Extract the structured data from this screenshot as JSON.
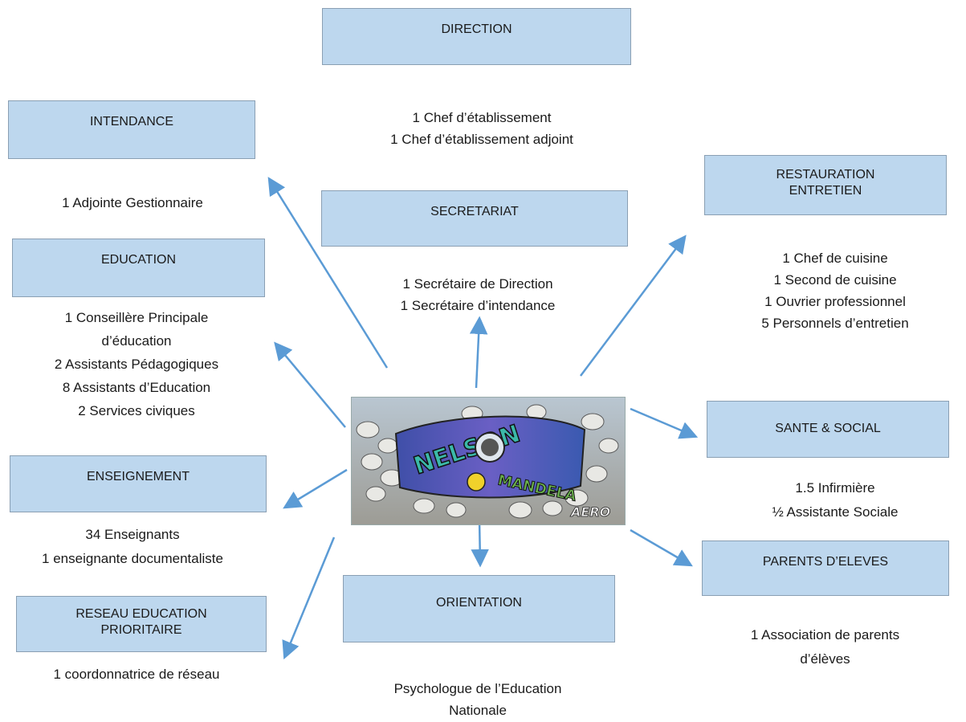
{
  "boxes": {
    "direction": {
      "lines": [
        "DIRECTION"
      ]
    },
    "intendance": {
      "lines": [
        "INTENDANCE"
      ]
    },
    "secretariat": {
      "lines": [
        "SECRETARIAT"
      ]
    },
    "restauration": {
      "lines": [
        "RESTAURATION",
        "ENTRETIEN"
      ]
    },
    "education": {
      "lines": [
        "EDUCATION"
      ]
    },
    "sante": {
      "lines": [
        "SANTE & SOCIAL"
      ]
    },
    "enseignement": {
      "lines": [
        "ENSEIGNEMENT"
      ]
    },
    "parents": {
      "lines": [
        "PARENTS D’ELEVES"
      ]
    },
    "reseau": {
      "lines": [
        "RESEAU EDUCATION",
        "PRIORITAIRE"
      ]
    },
    "orientation": {
      "lines": [
        "ORIENTATION"
      ]
    }
  },
  "staff": {
    "direction": [
      "1 Chef d’établissement",
      "1 Chef d’établissement adjoint"
    ],
    "intendance": [
      "1  Adjointe Gestionnaire"
    ],
    "secretariat": [
      "1 Secrétaire de Direction",
      "1 Secrétaire d’intendance"
    ],
    "restauration": [
      "1 Chef de cuisine",
      "1 Second de cuisine",
      "1 Ouvrier professionnel",
      "5 Personnels d’entretien"
    ],
    "education": [
      "1 Conseillère Principale",
      "d’éducation",
      "2 Assistants Pédagogiques",
      "8 Assistants d’Education",
      "2 Services civiques"
    ],
    "sante": [
      "1.5 Infirmière",
      "½ Assistante Sociale"
    ],
    "enseignement": [
      "34 Enseignants",
      "1 enseignante documentaliste"
    ],
    "parents": [
      "1 Association de parents",
      "d’élèves"
    ],
    "reseau": [
      "1 coordonnatrice de réseau"
    ],
    "orientation": [
      "Psychologue de l’Education",
      "Nationale"
    ]
  },
  "mural": {
    "words": [
      "NELSON",
      "MANDELA"
    ],
    "tag": "AERO"
  },
  "colors": {
    "box_fill": "#bdd7ee",
    "box_border": "#8a9fb3",
    "arrow": "#5b9bd5"
  }
}
